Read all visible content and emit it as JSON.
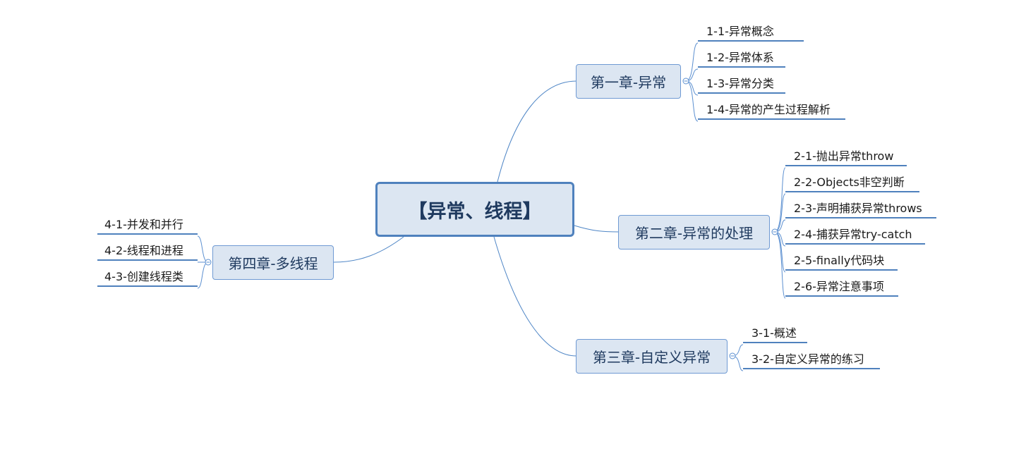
{
  "central_topic": "【异常、线程】",
  "chapters": [
    {
      "title": "第一章-异常",
      "items": [
        "1-1-异常概念",
        "1-2-异常体系",
        "1-3-异常分类",
        "1-4-异常的产生过程解析"
      ]
    },
    {
      "title": "第二章-异常的处理",
      "items": [
        "2-1-抛出异常throw",
        "2-2-Objects非空判断",
        "2-3-声明捕获异常throws",
        "2-4-捕获异常try-catch",
        "2-5-finally代码块",
        "2-6-异常注意事项"
      ]
    },
    {
      "title": "第三章-自定义异常",
      "items": [
        "3-1-概述",
        "3-2-自定义异常的练习"
      ]
    },
    {
      "title": "第四章-多线程",
      "items": [
        "4-1-并发和并行",
        "4-2-线程和进程",
        "4-3-创建线程类"
      ]
    }
  ],
  "colors": {
    "node_fill": "#dce6f2",
    "node_border": "#4f81bd",
    "connector": "#5b8fd0",
    "text": "#1f3a5f"
  }
}
